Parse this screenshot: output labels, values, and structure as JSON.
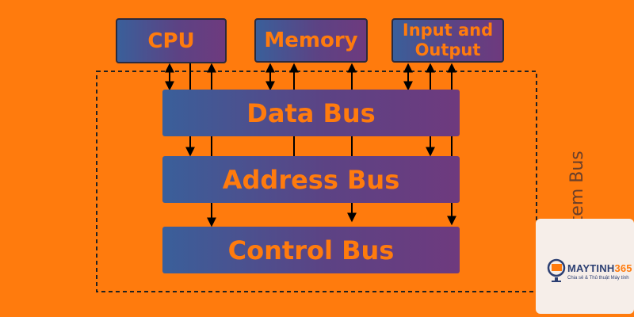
{
  "components": {
    "cpu": "CPU",
    "memory": "Memory",
    "io_line1": "Input and",
    "io_line2": "Output"
  },
  "buses": {
    "data": "Data Bus",
    "address": "Address Bus",
    "control": "Control Bus"
  },
  "system_bus_label": "System Bus",
  "logo": {
    "brand_part1": "MAYTINH",
    "brand_part2": "365",
    "tagline": "Chia sẻ & Thủ thuật Máy tính"
  },
  "colors": {
    "background": "#ff7b0d",
    "box_gradient_start": "#3a5f9a",
    "box_gradient_end": "#6e3a7e",
    "arrow": "#000000"
  }
}
